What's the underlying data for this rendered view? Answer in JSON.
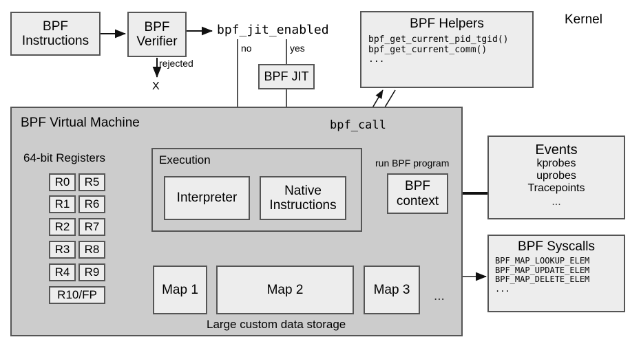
{
  "diagram": {
    "title_label": "Kernel",
    "nodes": {
      "bpf_instructions": {
        "line1": "BPF",
        "line2": "Instructions"
      },
      "bpf_verifier": {
        "line1": "BPF",
        "line2": "Verifier"
      },
      "bpf_jit": {
        "label": "BPF JIT"
      },
      "jit_enabled_var": {
        "label": "bpf_jit_enabled"
      },
      "bpf_helpers": {
        "title": "BPF Helpers",
        "items": [
          "bpf_get_current_pid_tgid()",
          "bpf_get_current_comm()",
          "..."
        ]
      },
      "vm": {
        "title": "BPF Virtual Machine"
      },
      "registers": {
        "title": "64-bit Registers",
        "col1": [
          "R0",
          "R1",
          "R2",
          "R3",
          "R4"
        ],
        "col2": [
          "R5",
          "R6",
          "R7",
          "R8",
          "R9"
        ],
        "wide": "R10/FP"
      },
      "execution": {
        "title": "Execution"
      },
      "interpreter": {
        "label": "Interpreter"
      },
      "native_instructions": {
        "line1": "Native",
        "line2": "Instructions"
      },
      "bpf_context": {
        "line1": "BPF",
        "line2": "context"
      },
      "events": {
        "title": "Events",
        "items": [
          "kprobes",
          "uprobes",
          "Tracepoints",
          "..."
        ]
      },
      "bpf_syscalls": {
        "title": "BPF Syscalls",
        "items": [
          "BPF_MAP_LOOKUP_ELEM",
          "BPF_MAP_UPDATE_ELEM",
          "BPF_MAP_DELETE_ELEM",
          "..."
        ]
      },
      "maps": {
        "map1": "Map 1",
        "map2": "Map 2",
        "map3": "Map 3",
        "ellipsis": "...",
        "caption": "Large custom data storage"
      }
    },
    "edge_labels": {
      "rejected": "rejected",
      "rejected_target": "X",
      "no": "no",
      "yes": "yes",
      "bpf_call": "bpf_call",
      "run_bpf_program": "run BPF program"
    },
    "colors": {
      "background": "#ffffff",
      "box_fill": "#ededed",
      "container_fill": "#cccccc",
      "stroke": "#555555",
      "text": "#000000"
    }
  }
}
